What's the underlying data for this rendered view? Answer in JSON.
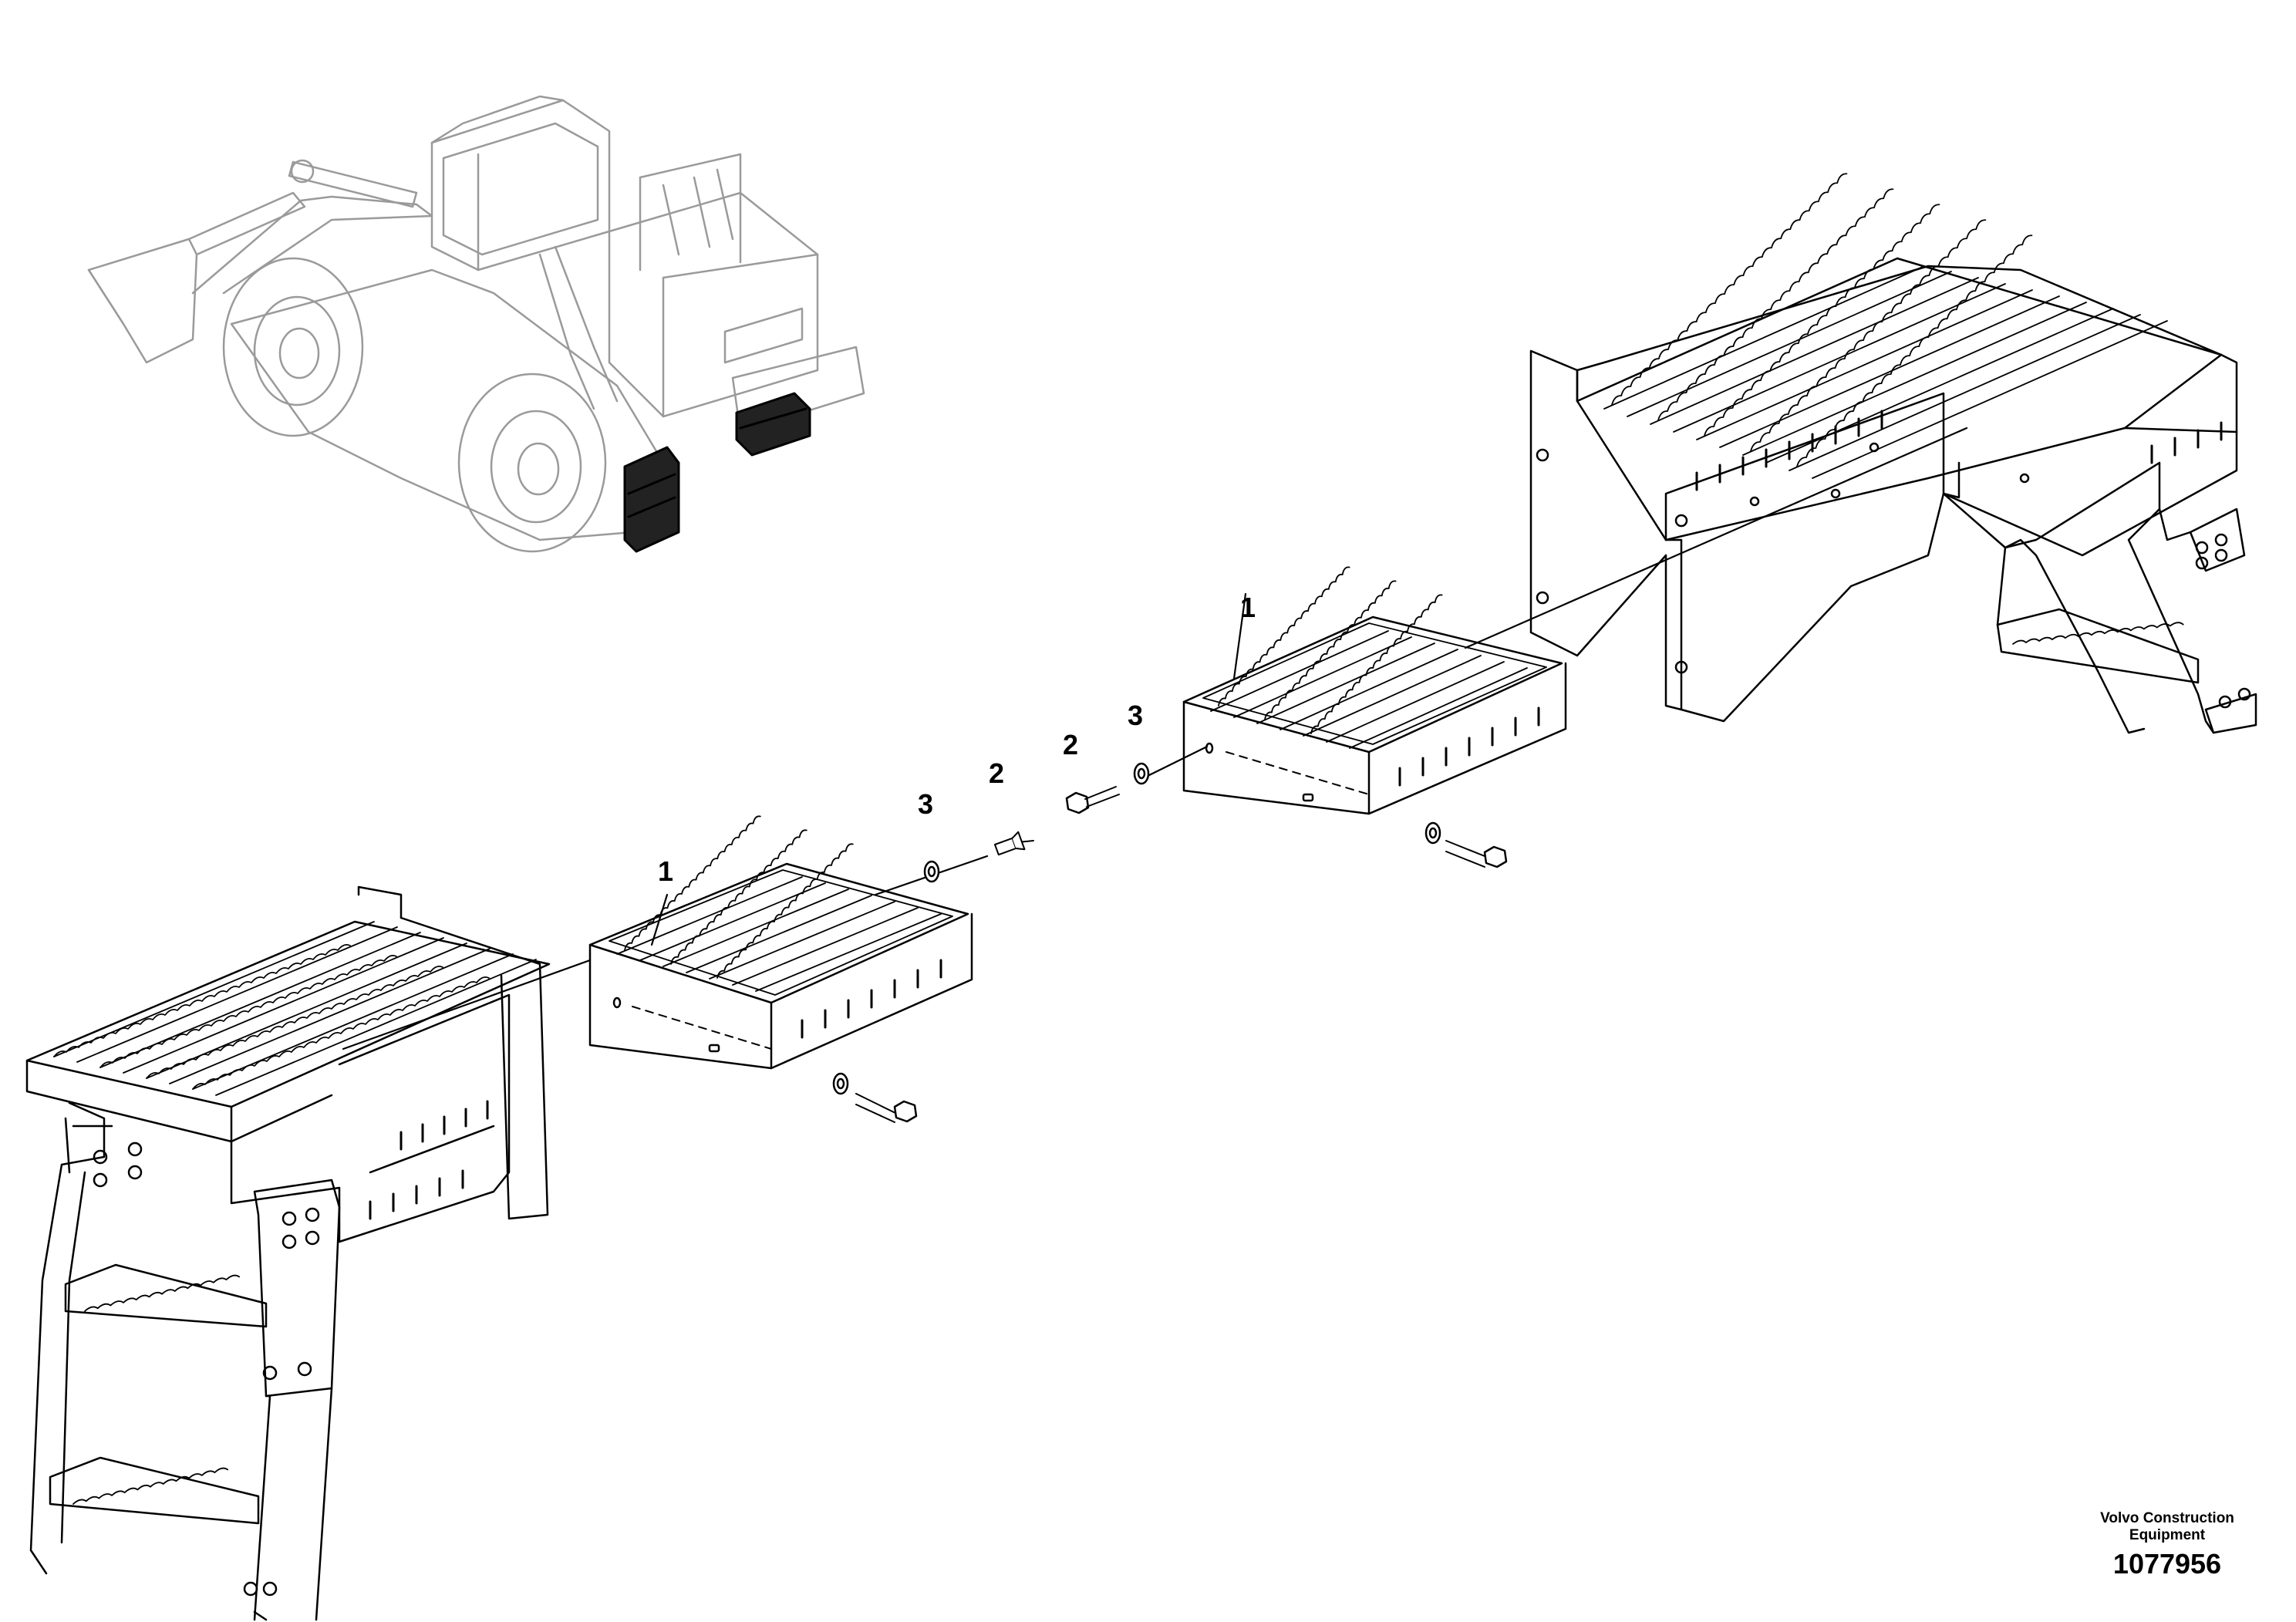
{
  "callouts": {
    "c1": "1",
    "c2": "2",
    "c3": "3",
    "c4": "3",
    "c5": "2",
    "c6": "1"
  },
  "brand": {
    "line1": "Volvo Construction",
    "line2": "Equipment",
    "drawing_number": "1077956"
  },
  "colors": {
    "ink": "#000000",
    "machine": "#9a9a9a",
    "paper": "#ffffff"
  }
}
